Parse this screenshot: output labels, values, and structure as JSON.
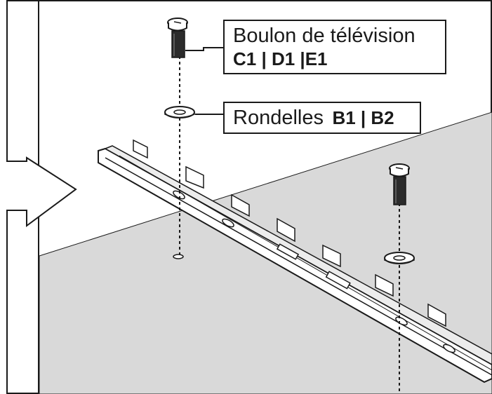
{
  "labels": {
    "bolt": {
      "title": "Boulon de télévision",
      "codes": "C1 | D1 |E1"
    },
    "washer": {
      "title": "Rondelles",
      "codes": "B1 | B2"
    }
  },
  "colors": {
    "line": "#1a1a1a",
    "floor": "#d9d9d9",
    "background": "#ffffff",
    "bolt_shank": "#2b2b2b"
  }
}
